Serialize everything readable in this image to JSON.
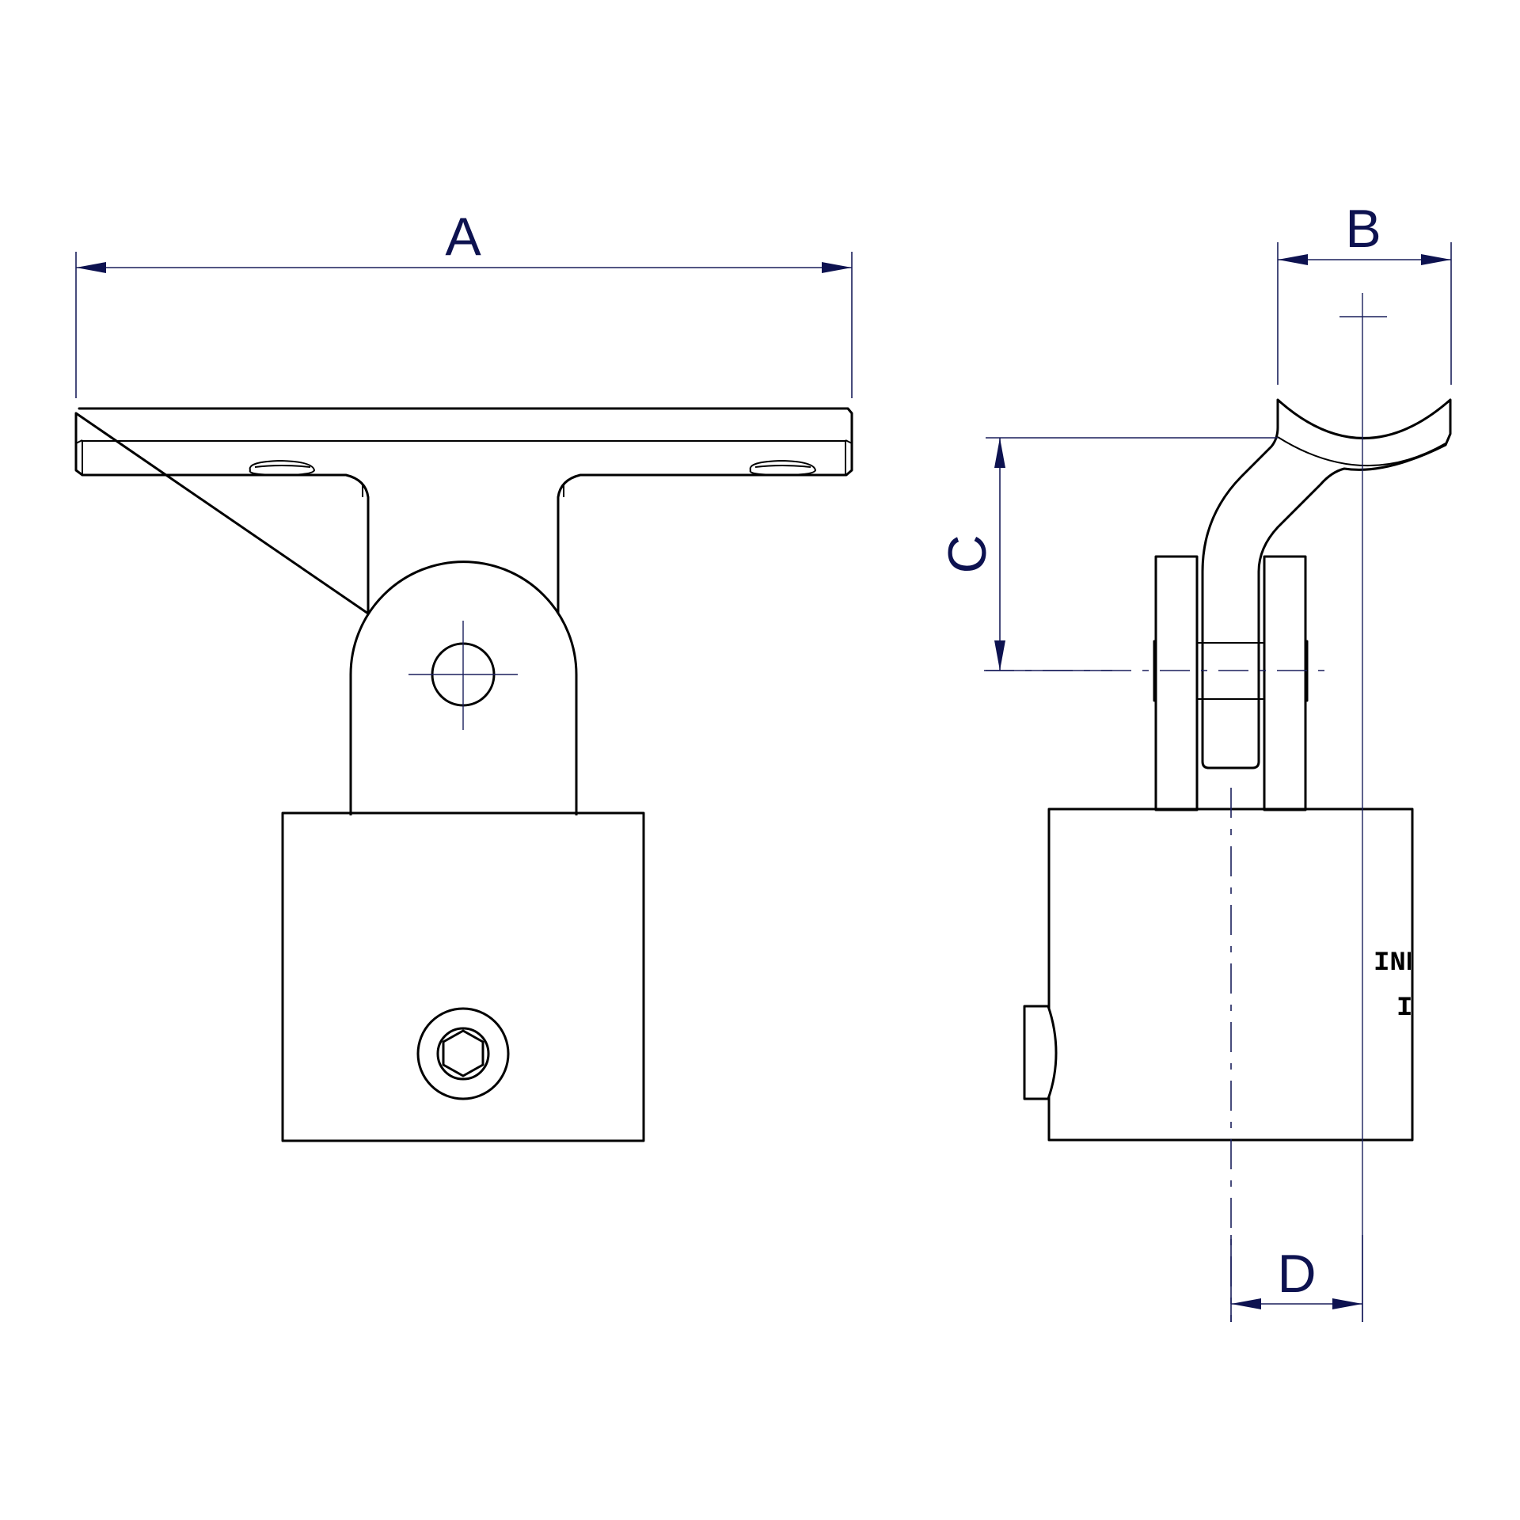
{
  "dimension_labels": {
    "a": "A",
    "b": "B",
    "c": "C",
    "d": "D"
  },
  "engraving": {
    "line1": "INE",
    "line2": "IA"
  },
  "colors": {
    "line": "#000000",
    "dimension": "#0d1250",
    "background": "#ffffff"
  }
}
